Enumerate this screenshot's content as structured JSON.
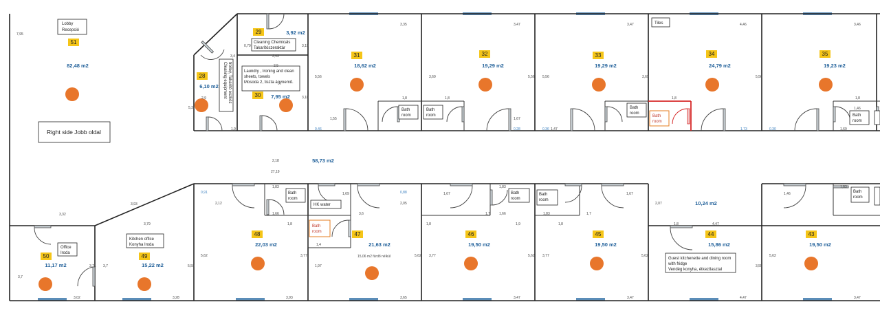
{
  "rooms": [
    {
      "id": "r51",
      "number": "51",
      "area": "82,48 m2"
    },
    {
      "id": "r29",
      "number": "29",
      "area": "3,92 m2"
    },
    {
      "id": "r28",
      "number": "28",
      "area": "6,10 m2"
    },
    {
      "id": "r30",
      "number": "30",
      "area": "7,95 m2"
    },
    {
      "id": "r31",
      "number": "31",
      "area": "18,62 m2"
    },
    {
      "id": "r32",
      "number": "32",
      "area": "19,29 m2"
    },
    {
      "id": "r33",
      "number": "33",
      "area": "19,29 m2"
    },
    {
      "id": "r34",
      "number": "34",
      "area": "24,79 m2"
    },
    {
      "id": "r35",
      "number": "35",
      "area": "19,23 m2"
    },
    {
      "id": "r50",
      "number": "50",
      "area": "11,17 m2"
    },
    {
      "id": "r49",
      "number": "49",
      "area": "15,22 m2"
    },
    {
      "id": "r48",
      "number": "48",
      "area": "22,03 m2"
    },
    {
      "id": "r47",
      "number": "47",
      "area": "21,63 m2"
    },
    {
      "id": "r46",
      "number": "46",
      "area": "19,50 m2"
    },
    {
      "id": "r45",
      "number": "45",
      "area": "19,50 m2"
    },
    {
      "id": "r44",
      "number": "44",
      "area": "15,86 m2"
    },
    {
      "id": "r43",
      "number": "43",
      "area": "19,50 m2"
    }
  ],
  "corridor_area": "58,73 m2",
  "hall_area": "10,24 m2",
  "labels": [
    {
      "id": "lobby",
      "lines": [
        "Lobby",
        "Recepció"
      ]
    },
    {
      "id": "right-side",
      "lines": [
        "Right side Jobb oldal"
      ]
    },
    {
      "id": "cleaning",
      "lines": [
        "Cleaning Chemicals",
        "Takarítószeraktár"
      ]
    },
    {
      "id": "laundry",
      "lines": [
        "Laundry , Ironing and clean",
        "sheets, towels",
        "Mosoda 2, tiszta ágynemű."
      ]
    },
    {
      "id": "cleaning-eq",
      "lines": [
        "Cleaning equipment",
        "trolley, Takarító eszköz"
      ]
    },
    {
      "id": "tiles",
      "lines": [
        "Tiles"
      ]
    },
    {
      "id": "office",
      "lines": [
        "Office",
        "Iroda"
      ]
    },
    {
      "id": "kitchen-office",
      "lines": [
        "Kitchen office",
        "Konyha Iroda"
      ]
    },
    {
      "id": "hk-water",
      "lines": [
        "HK water"
      ]
    },
    {
      "id": "guest-kitchen",
      "lines": [
        "Guest kitchenette and dining room",
        "with fridge",
        "Vendég konyha, étkezőasztal"
      ]
    }
  ],
  "bath_label": [
    "Bath",
    "room"
  ],
  "note_47": "15,06 m2 fürdő nélkül",
  "dimensions": [
    "7,95",
    "3,35",
    "3,47",
    "3,47",
    "4,46",
    "3,46",
    "0,79",
    "3,19",
    "2,43",
    "2,5",
    "3,4",
    "3,18",
    "5,56",
    "3,69",
    "5,56",
    "5,56",
    "3,69",
    "5,56",
    "1,8",
    "1,8",
    "1,8",
    "1,8",
    "1,55",
    "0,46",
    "1,67",
    "0,28",
    "0,36",
    "1,47",
    "1,73",
    "0,30",
    "1,46",
    "1,69",
    "1,9",
    "2,9",
    "5,3",
    "2,18",
    "27,19",
    "0,91",
    "2,12",
    "1,83",
    "1,66",
    "1,69",
    "3,6",
    "0,88",
    "2,05",
    "1,67",
    "1,83",
    "1,66",
    "1,7",
    "1,83",
    "1,7",
    "1,67",
    "2,07",
    "1,46",
    "1,83",
    "3,32",
    "3,93",
    "3,79",
    "1,8",
    "1,4",
    "1,9",
    "1,8",
    "1,8",
    "1,8",
    "4,47",
    "5,62",
    "3,77",
    "1,97",
    "5,62",
    "3,77",
    "5,62",
    "3,77",
    "5,62",
    "3,55",
    "5,62",
    "3,7",
    "3,7",
    "3,71",
    "5,59",
    "3,02",
    "3,28",
    "3,93",
    "3,65",
    "3,47",
    "3,47",
    "4,47",
    "3,47"
  ],
  "colors": {
    "badge": "#f5c518",
    "area": "#1f5f99",
    "lamp": "#e8762b",
    "window": "#5b8db8",
    "bath_highlight": "#e67e22",
    "door_highlight": "#d62828"
  }
}
